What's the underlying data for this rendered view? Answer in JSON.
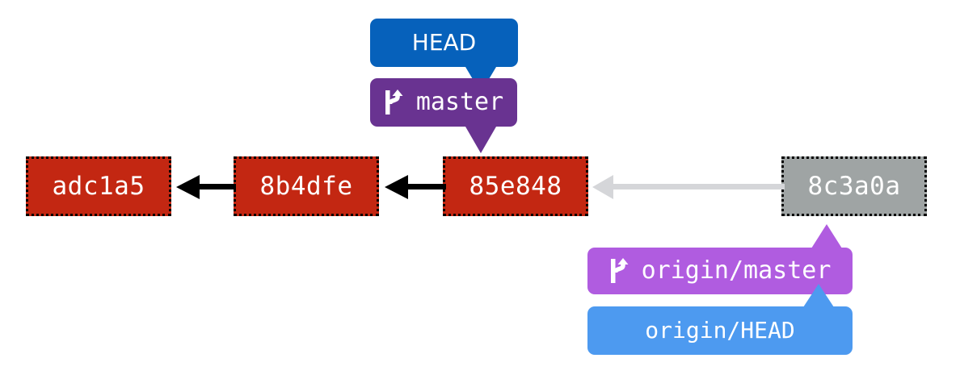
{
  "diagram": {
    "title": "git commit graph",
    "colors": {
      "local_commit": "#c32712",
      "remote_commit": "#9fa4a4",
      "head_label": "#0661bb",
      "master_label": "#693391",
      "origin_master_label": "#b05ce0",
      "origin_head_label": "#4d9af0",
      "local_edge": "#000000",
      "remote_edge": "#d5d6d9",
      "commit_border": "#000000",
      "background": "#ffffff"
    },
    "commits": [
      {
        "id": "adc1a5",
        "kind": "local"
      },
      {
        "id": "8b4dfe",
        "kind": "local"
      },
      {
        "id": "85e848",
        "kind": "local"
      },
      {
        "id": "8c3a0a",
        "kind": "remote"
      }
    ],
    "edges": [
      {
        "from": "8b4dfe",
        "to": "adc1a5",
        "style": "solid-black"
      },
      {
        "from": "85e848",
        "to": "8b4dfe",
        "style": "solid-black"
      },
      {
        "from": "8c3a0a",
        "to": "85e848",
        "style": "solid-gray"
      }
    ],
    "refs": [
      {
        "name": "HEAD",
        "label": "HEAD",
        "icon": null,
        "points_to": "master",
        "color": "#0661bb"
      },
      {
        "name": "master",
        "label": "master",
        "icon": "git-branch-icon",
        "points_to": "85e848",
        "color": "#693391"
      },
      {
        "name": "origin/master",
        "label": "origin/master",
        "icon": "git-branch-icon",
        "points_to": "8c3a0a",
        "color": "#b05ce0"
      },
      {
        "name": "origin/HEAD",
        "label": "origin/HEAD",
        "icon": null,
        "points_to": "origin/master",
        "color": "#4d9af0"
      }
    ]
  }
}
